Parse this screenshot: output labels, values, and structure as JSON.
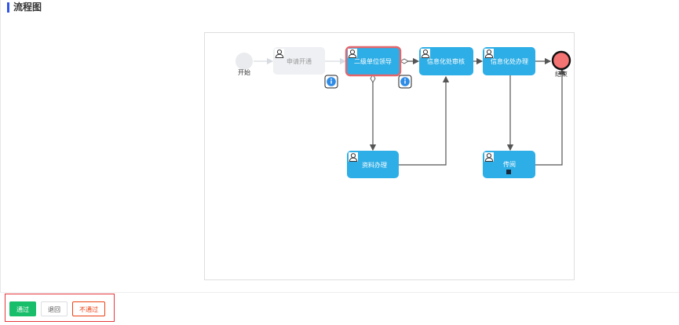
{
  "section": {
    "title": "流程图"
  },
  "flow": {
    "start_label": "开始",
    "end_label": "结束",
    "nodes": [
      {
        "id": "apply",
        "label": "申请开通",
        "status": "done"
      },
      {
        "id": "leader",
        "label": "二级单位领导",
        "status": "current"
      },
      {
        "id": "info_review",
        "label": "信息化处审核",
        "status": "pending"
      },
      {
        "id": "info_handle",
        "label": "信息化处办理",
        "status": "pending"
      },
      {
        "id": "supplement",
        "label": "资料办理",
        "status": "pending"
      },
      {
        "id": "circulate",
        "label": "传阅",
        "status": "pending"
      }
    ],
    "colors": {
      "active": "#2eaee6",
      "done": "#eef0f3",
      "current_border": "#e5656b",
      "end": "#f47373",
      "start": "#e9ebee",
      "edge": "#555555"
    }
  },
  "actions": {
    "pass": "通过",
    "return": "退回",
    "reject": "不通过"
  }
}
